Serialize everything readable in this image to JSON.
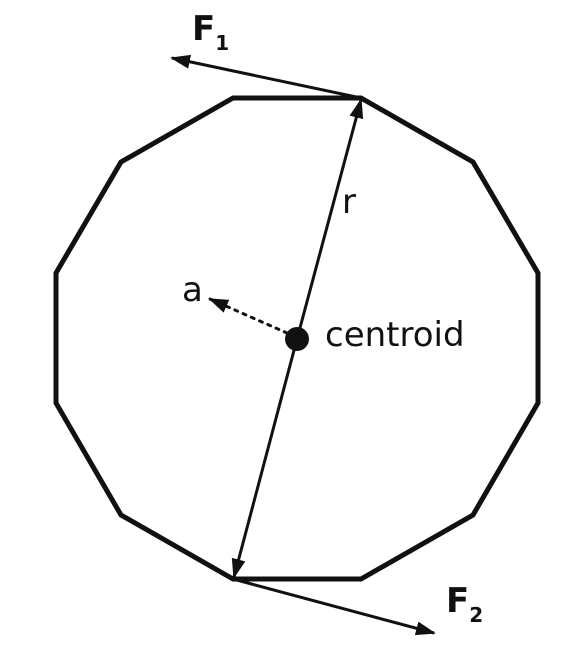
{
  "diagram": {
    "labels": {
      "force_one": "F",
      "force_one_sub": "1",
      "force_two": "F",
      "force_two_sub": "2",
      "radius": "r",
      "acceleration": "a",
      "centroid": "centroid"
    },
    "colors": {
      "stroke": "#111111",
      "background": "#ffffff"
    }
  }
}
